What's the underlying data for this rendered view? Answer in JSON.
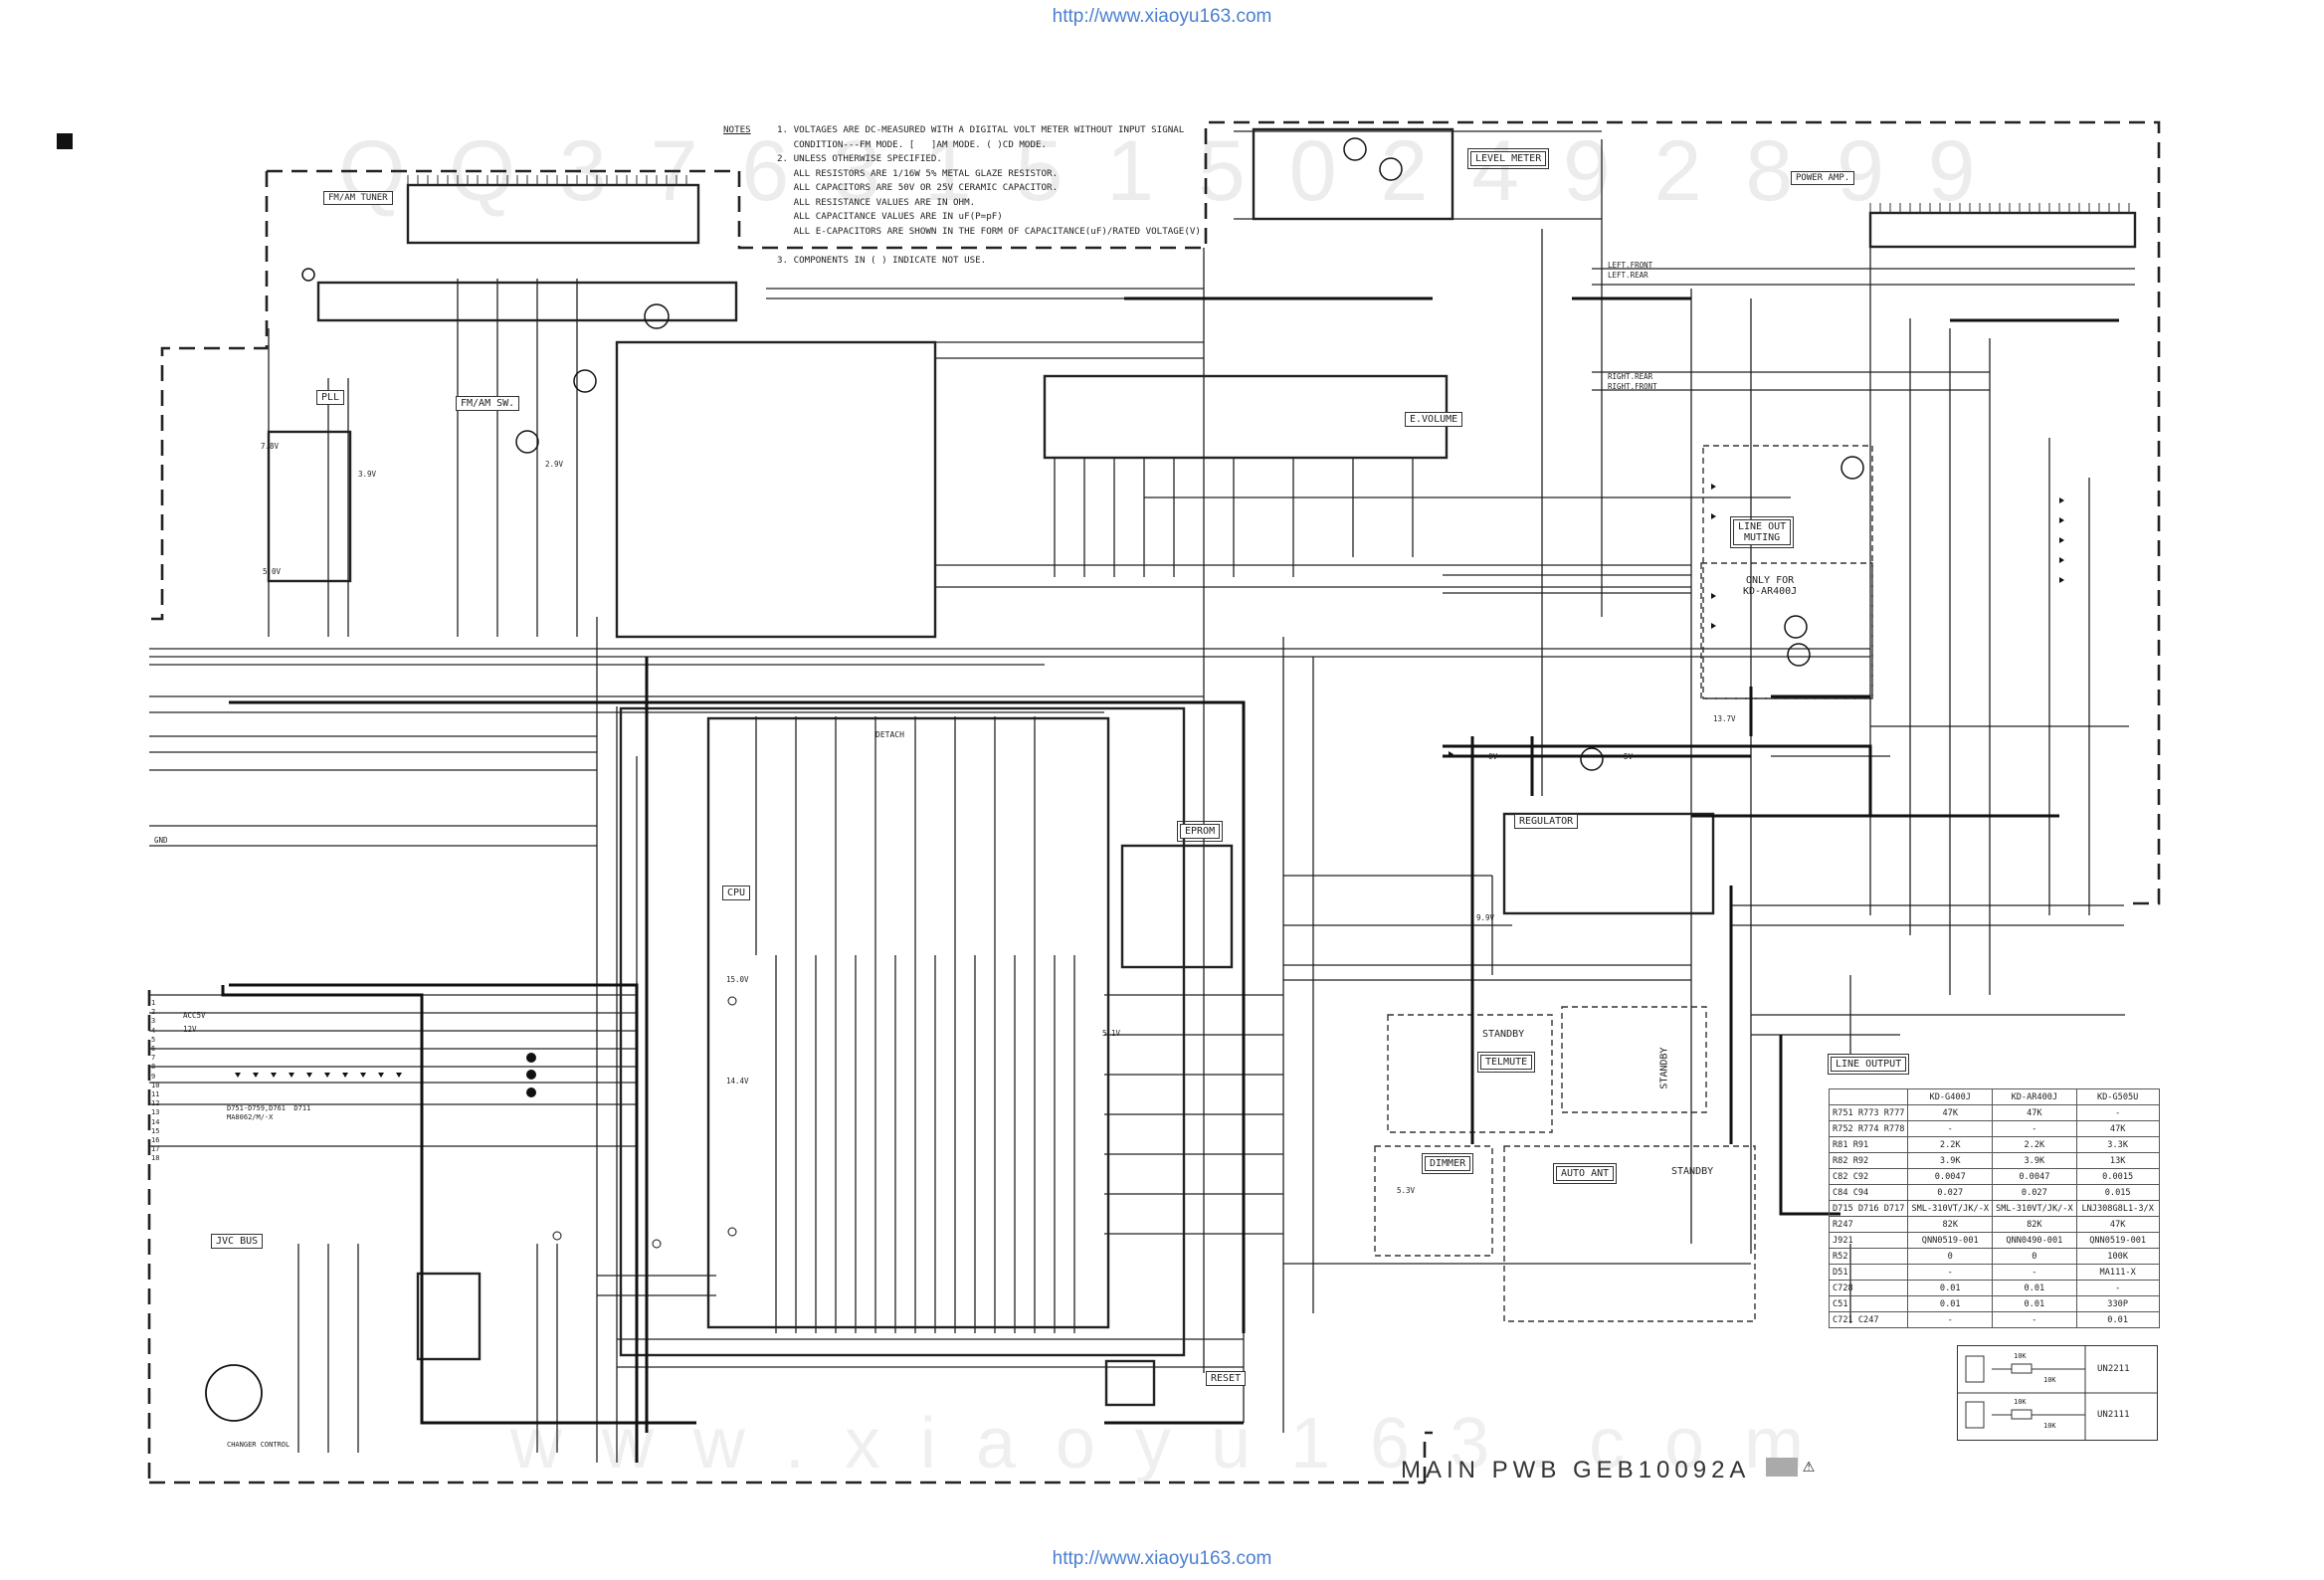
{
  "header": {
    "url_top": "http://www.xiaoyu163.com",
    "url_bottom": "http://www.xiaoyu163.com"
  },
  "watermark": {
    "top_text": "Q Q 3 7 6 3 1 5 1 5 0 2 4 9 2 8 9 9",
    "bottom_text": "w w w . x i a o y u 1 6 3 . c o m"
  },
  "notes": {
    "heading": "NOTES",
    "lines": [
      "1. VOLTAGES ARE DC-MEASURED WITH A DIGITAL VOLT METER WITHOUT INPUT SIGNAL",
      "   CONDITION---FM MODE. [   ]AM MODE. ( )CD MODE.",
      "2. UNLESS OTHERWISE SPECIFIED.",
      "   ALL RESISTORS ARE 1/16W 5% METAL GLAZE RESISTOR.",
      "   ALL CAPACITORS ARE 50V OR 25V CERAMIC CAPACITOR.",
      "   ALL RESISTANCE VALUES ARE IN OHM.",
      "   ALL CAPACITANCE VALUES ARE IN uF(P=pF)",
      "   ALL E-CAPACITORS ARE SHOWN IN THE FORM OF CAPACITANCE(uF)/RATED VOLTAGE(V)",
      "",
      "3. COMPONENTS IN ( ) INDICATE NOT USE."
    ]
  },
  "blocks": {
    "fm_am_tuner": "FM/AM\nTUNER",
    "pll": "PLL",
    "fm_am_sw": "FM/AM SW.",
    "level_meter": "LEVEL METER",
    "power_amp": "POWER AMP.",
    "e_volume": "E.VOLUME",
    "line_out_muting": "LINE OUT\nMUTING",
    "only_for": "ONLY FOR\nKD-AR400J",
    "eprom": "EPROM",
    "cpu": "CPU",
    "regulator": "REGULATOR",
    "standby_1": "STANDBY",
    "telmute": "TELMUTE",
    "standby_2": "STANDBY",
    "dimmer": "DIMMER",
    "auto_ant": "AUTO ANT",
    "standby_3": "STANDBY",
    "jvc_bus": "JVC BUS",
    "reset": "RESET",
    "detach": "DETACH",
    "changer_control": "CHANGER CONTROL"
  },
  "signals": {
    "left_front": "LEFT.FRONT",
    "left_rear": "LEFT.REAR",
    "right_rear": "RIGHT.REAR",
    "right_front": "RIGHT.FRONT",
    "gnd": "GND",
    "acc5v": "ACC5V",
    "v12": "12V",
    "diodes": "D751-D759,D761  D711\nMA8062/M/-X"
  },
  "pwb_title": "MAIN PWB GEB10092A",
  "line_output": {
    "heading": "LINE OUTPUT",
    "columns": [
      "",
      "KD-G400J",
      "KD-AR400J",
      "KD-G505U"
    ],
    "rows": [
      [
        "R751  R773  R777",
        "47K",
        "47K",
        "-"
      ],
      [
        "R752  R774  R778",
        "-",
        "-",
        "47K"
      ],
      [
        "R81   R91",
        "2.2K",
        "2.2K",
        "3.3K"
      ],
      [
        "R82   R92",
        "3.9K",
        "3.9K",
        "13K"
      ],
      [
        "C82   C92",
        "0.0047",
        "0.0047",
        "0.0015"
      ],
      [
        "C84   C94",
        "0.027",
        "0.027",
        "0.015"
      ],
      [
        "D715  D716  D717",
        "SML-310VT/JK/-X",
        "SML-310VT/JK/-X",
        "LNJ308G8L1-3/X"
      ],
      [
        "R247",
        "82K",
        "82K",
        "47K"
      ],
      [
        "J921",
        "QNN0519-001",
        "QNN0490-001",
        "QNN0519-001"
      ],
      [
        "R52",
        "0",
        "0",
        "100K"
      ],
      [
        "D51",
        "-",
        "-",
        "MA111-X"
      ],
      [
        "C728",
        "0.01",
        "0.01",
        "-"
      ],
      [
        "C51",
        "0.01",
        "0.01",
        "330P"
      ],
      [
        "C721  C247",
        "-",
        "-",
        "0.01"
      ]
    ]
  },
  "transistor_legend": [
    {
      "part": "UN2211",
      "r1": "10K",
      "r2": "10K"
    },
    {
      "part": "UN2111",
      "r1": "10K",
      "r2": "10K"
    }
  ],
  "connector_left_pins": [
    "1",
    "2",
    "3",
    "4",
    "5",
    "6",
    "7",
    "8",
    "9",
    "10",
    "11",
    "12",
    "13",
    "14",
    "15",
    "16",
    "17",
    "18"
  ],
  "voltages": [
    "7.8V",
    "5.0V",
    "3.9V",
    "2.9V",
    "15.0V",
    "14.4V",
    "5.1V",
    "13.7V",
    "0V",
    "5V",
    "9.9V",
    "5.3V"
  ]
}
